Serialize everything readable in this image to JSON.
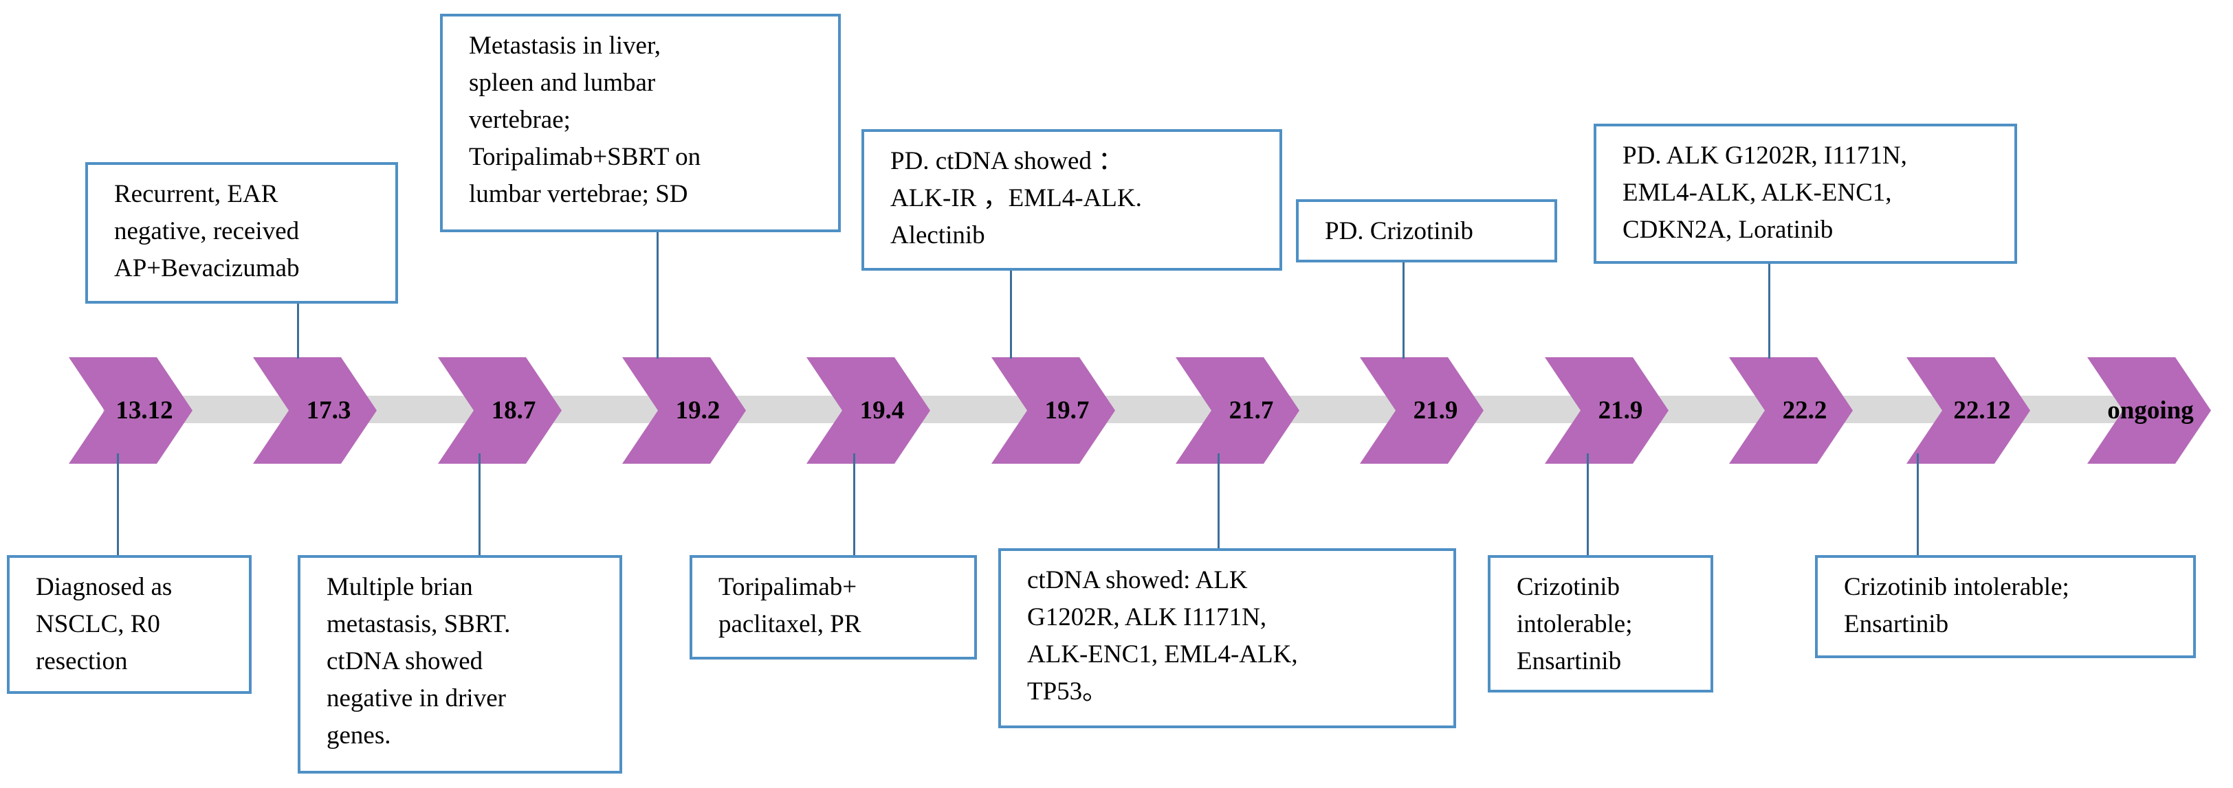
{
  "timeline": {
    "points": [
      {
        "label": "13.12"
      },
      {
        "label": "17.3"
      },
      {
        "label": "18.7"
      },
      {
        "label": "19.2"
      },
      {
        "label": "19.4"
      },
      {
        "label": "19.7"
      },
      {
        "label": "21.7"
      },
      {
        "label": "21.9"
      },
      {
        "label": "21.9"
      },
      {
        "label": "22.2"
      },
      {
        "label": "22.12"
      },
      {
        "label": "ongoing"
      }
    ]
  },
  "events": {
    "e1": "Diagnosed as\nNSCLC, R0\nresection",
    "e2": "Recurrent, EAR\nnegative, received\nAP+Bevacizumab",
    "e3": "Multiple brian\nmetastasis, SBRT.\nctDNA showed\nnegative in  driver\ngenes.",
    "e4": "Metastasis in liver,\nspleen and lumbar\nvertebrae;\nToripalimab+SBRT on\nlumbar vertebrae; SD",
    "e5": "Toripalimab+\npaclitaxel, PR",
    "e6": "PD. ctDNA showed ：\nALK-IR ，EML4-ALK.\nAlectinib",
    "e7": "ctDNA showed: ALK\nG1202R, ALK I1171N,\nALK-ENC1, EML4-ALK,\nTP53。",
    "e8": "PD. Crizotinib",
    "e9": "Crizotinib\nintolerable;\nEnsartinib",
    "e10": "PD. ALK G1202R, I1171N,\nEML4-ALK, ALK-ENC1,\nCDKN2A, Loratinib",
    "e11": "Crizotinib intolerable;\nEnsartinib"
  },
  "colors": {
    "chevron": "#b569b8",
    "band": "#d9d9d9",
    "box_border": "#4f90c5",
    "connector": "#3d6f9a"
  }
}
